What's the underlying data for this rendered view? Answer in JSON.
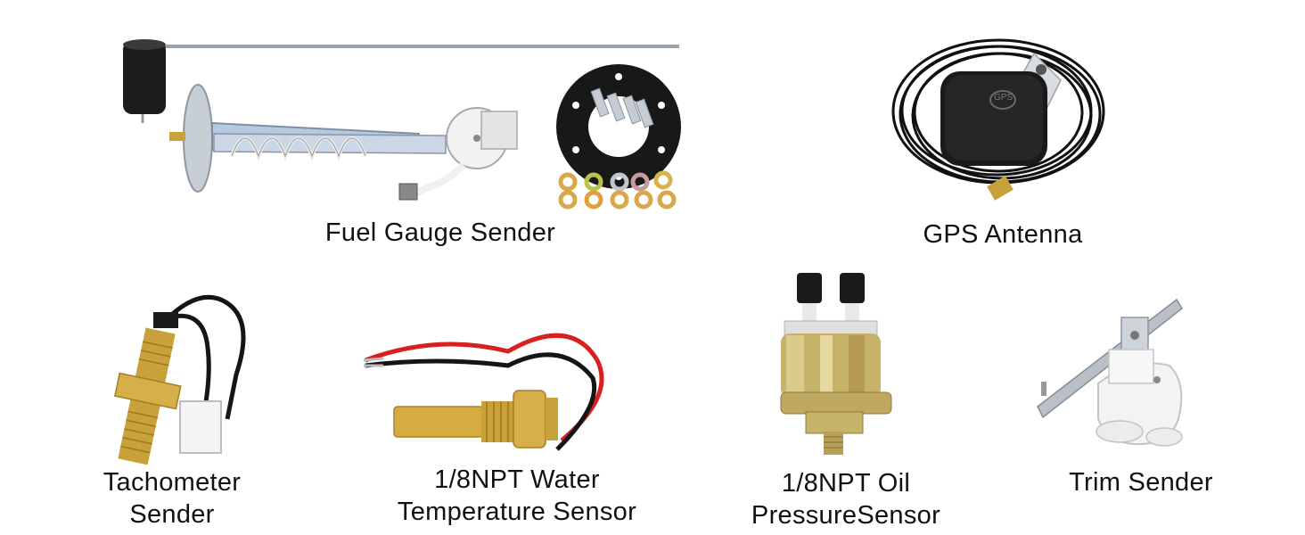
{
  "products": {
    "fuel": {
      "label_lines": [
        "Fuel Gauge Sender"
      ]
    },
    "gps": {
      "label_lines": [
        "GPS Antenna"
      ],
      "badge": "GPS"
    },
    "tach": {
      "label_lines": [
        "Tachometer",
        "Sender"
      ]
    },
    "water": {
      "label_lines": [
        "1/8NPT Water",
        "Temperature Sensor"
      ]
    },
    "oil": {
      "label_lines": [
        "1/8NPT Oil",
        "PressureSensor"
      ]
    },
    "trim": {
      "label_lines": [
        "Trim Sender"
      ]
    }
  },
  "colors": {
    "brass": "#c9a13a",
    "chrome": "#b9c4cf",
    "rubber": "#1a1a1a",
    "wire_red": "#d8201f",
    "wire_black": "#151515"
  }
}
